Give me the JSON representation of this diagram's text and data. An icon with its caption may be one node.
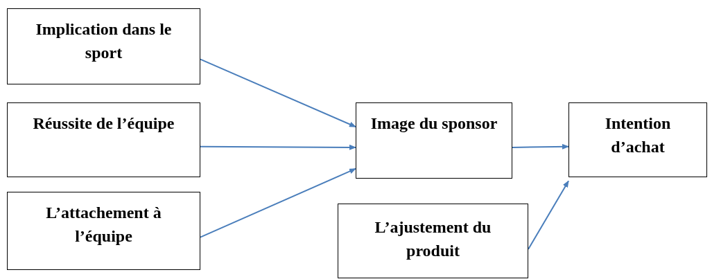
{
  "diagram": {
    "nodes": [
      {
        "text": [
          "Implication dans le sport"
        ]
      },
      {
        "text": [
          "Réussite de l’équipe"
        ]
      },
      {
        "text": [
          "L’attachement à l’équipe"
        ]
      },
      {
        "text": [
          "Image du sponsor"
        ]
      },
      {
        "text": [
          "Intention d’achat"
        ]
      },
      {
        "text": [
          "L’ajustement du produit"
        ]
      }
    ],
    "edges": [
      {
        "from": 0,
        "to": 3,
        "arrow": "to"
      },
      {
        "from": 1,
        "to": 3,
        "arrow": "to"
      },
      {
        "from": 2,
        "to": 3,
        "arrow": "to"
      },
      {
        "from": 3,
        "to": 4,
        "arrow": "to"
      },
      {
        "from": 5,
        "to": 4,
        "arrow": "to"
      }
    ]
  }
}
